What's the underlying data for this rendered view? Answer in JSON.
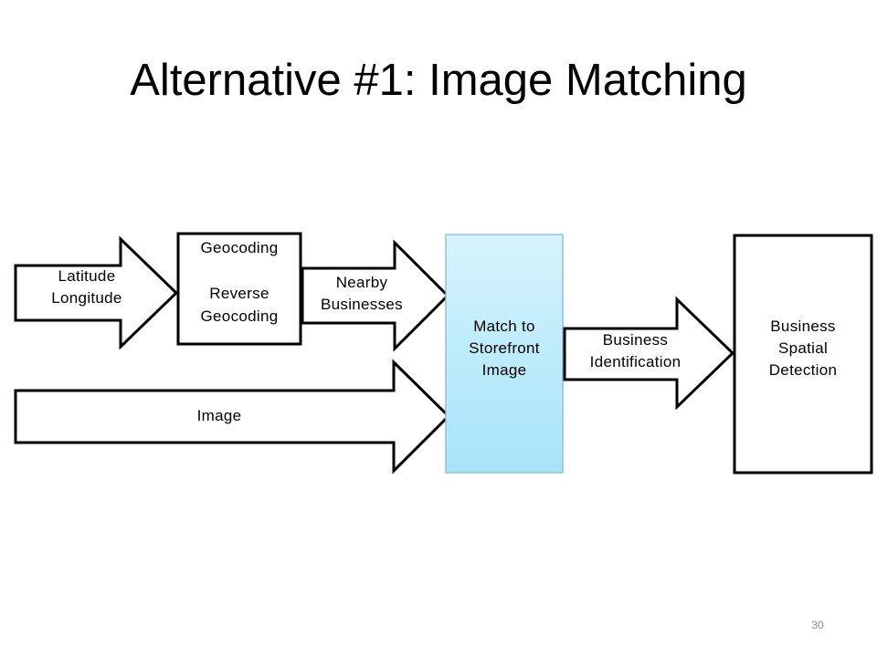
{
  "slide": {
    "title": "Alternative #1: Image Matching",
    "page_number": "30"
  },
  "diagram": {
    "latlong_arrow": {
      "line1": "Latitude",
      "line2": "Longitude"
    },
    "geocoding_box": {
      "line1": "Geocoding",
      "line2": "",
      "line3": "Reverse",
      "line4": "Geocoding"
    },
    "nearby_arrow": {
      "line1": "Nearby",
      "line2": "Businesses"
    },
    "image_arrow": {
      "label": "Image"
    },
    "match_box": {
      "line1": "Match to",
      "line2": "Storefront",
      "line3": "Image"
    },
    "identification_arrow": {
      "line1": "Business",
      "line2": "Identification"
    },
    "detection_box": {
      "line1": "Business",
      "line2": "Spatial",
      "line3": "Detection"
    }
  },
  "colors": {
    "match_fill_top": "#d6f3fc",
    "match_fill_bottom": "#a6e4f9",
    "match_stroke": "#8fc3e2",
    "outline": "#000000"
  }
}
